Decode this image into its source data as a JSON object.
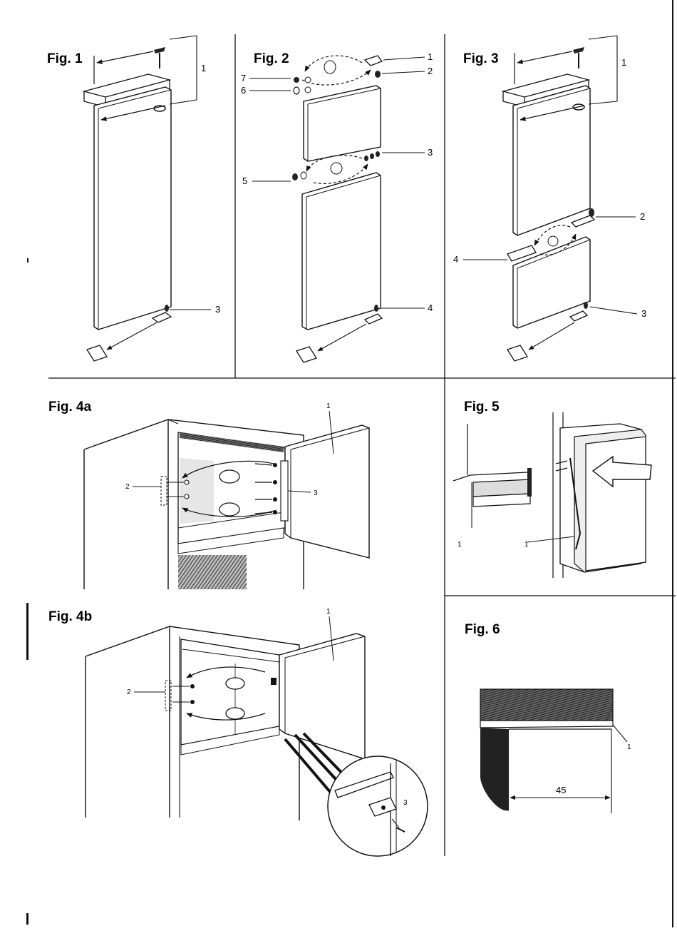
{
  "figures": {
    "fig1": {
      "title": "Fig. 1",
      "callouts": [
        "1",
        "3"
      ]
    },
    "fig2": {
      "title": "Fig. 2",
      "callouts": [
        "1",
        "2",
        "3",
        "4",
        "5",
        "6",
        "7"
      ]
    },
    "fig3": {
      "title": "Fig. 3",
      "callouts": [
        "1",
        "2",
        "3",
        "4"
      ]
    },
    "fig4a": {
      "title": "Fig. 4a",
      "callouts": [
        "1",
        "2",
        "3"
      ]
    },
    "fig4b": {
      "title": "Fig. 4b",
      "callouts": [
        "1",
        "2",
        "3"
      ]
    },
    "fig5": {
      "title": "Fig. 5",
      "callouts": [
        "1",
        "1"
      ]
    },
    "fig6": {
      "title": "Fig. 6",
      "callouts": [
        "1"
      ],
      "dimension": "45"
    }
  }
}
